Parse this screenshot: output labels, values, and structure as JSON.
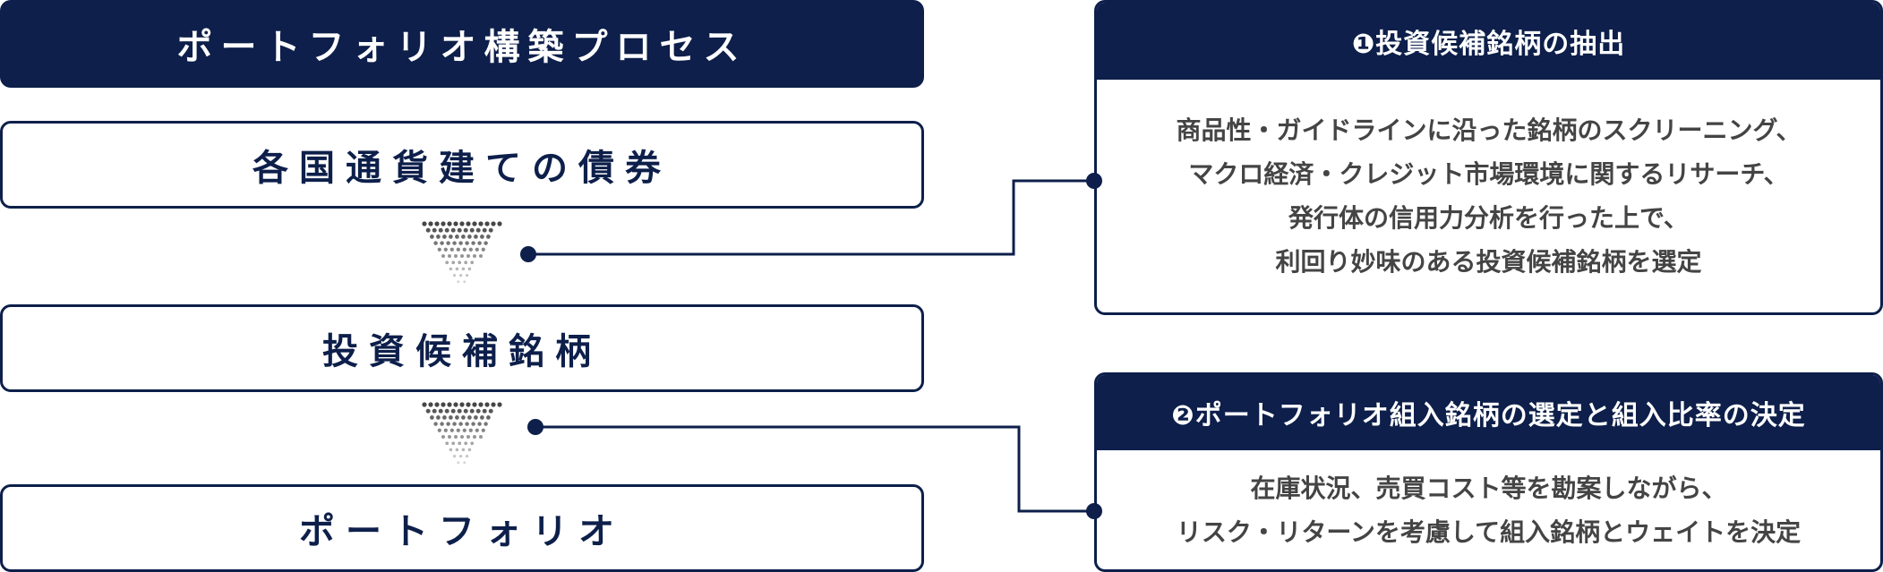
{
  "title": "ポートフォリオ構築プロセス",
  "steps": [
    {
      "label": "各国通貨建ての債券"
    },
    {
      "label": "投資候補銘柄"
    },
    {
      "label": "ポートフォリオ"
    }
  ],
  "cards": [
    {
      "heading": "❶投資候補銘柄の抽出",
      "lines": [
        "商品性・ガイドラインに沿った銘柄のスクリーニング、",
        "マクロ経済・クレジット市場環境に関するリサーチ、",
        "発行体の信用力分析を行った上で、",
        "利回り妙味のある投資候補銘柄を選定"
      ]
    },
    {
      "heading": "❷ポートフォリオ組入銘柄の選定と組入比率の決定",
      "lines": [
        "在庫状況、売買コスト等を勘案しながら、",
        "リスク・リターンを考慮して組入銘柄とウェイトを決定"
      ]
    }
  ],
  "colors": {
    "navy": "#0d1f4a",
    "text": "#444444",
    "arrow_dots": "#9a9a9a"
  }
}
